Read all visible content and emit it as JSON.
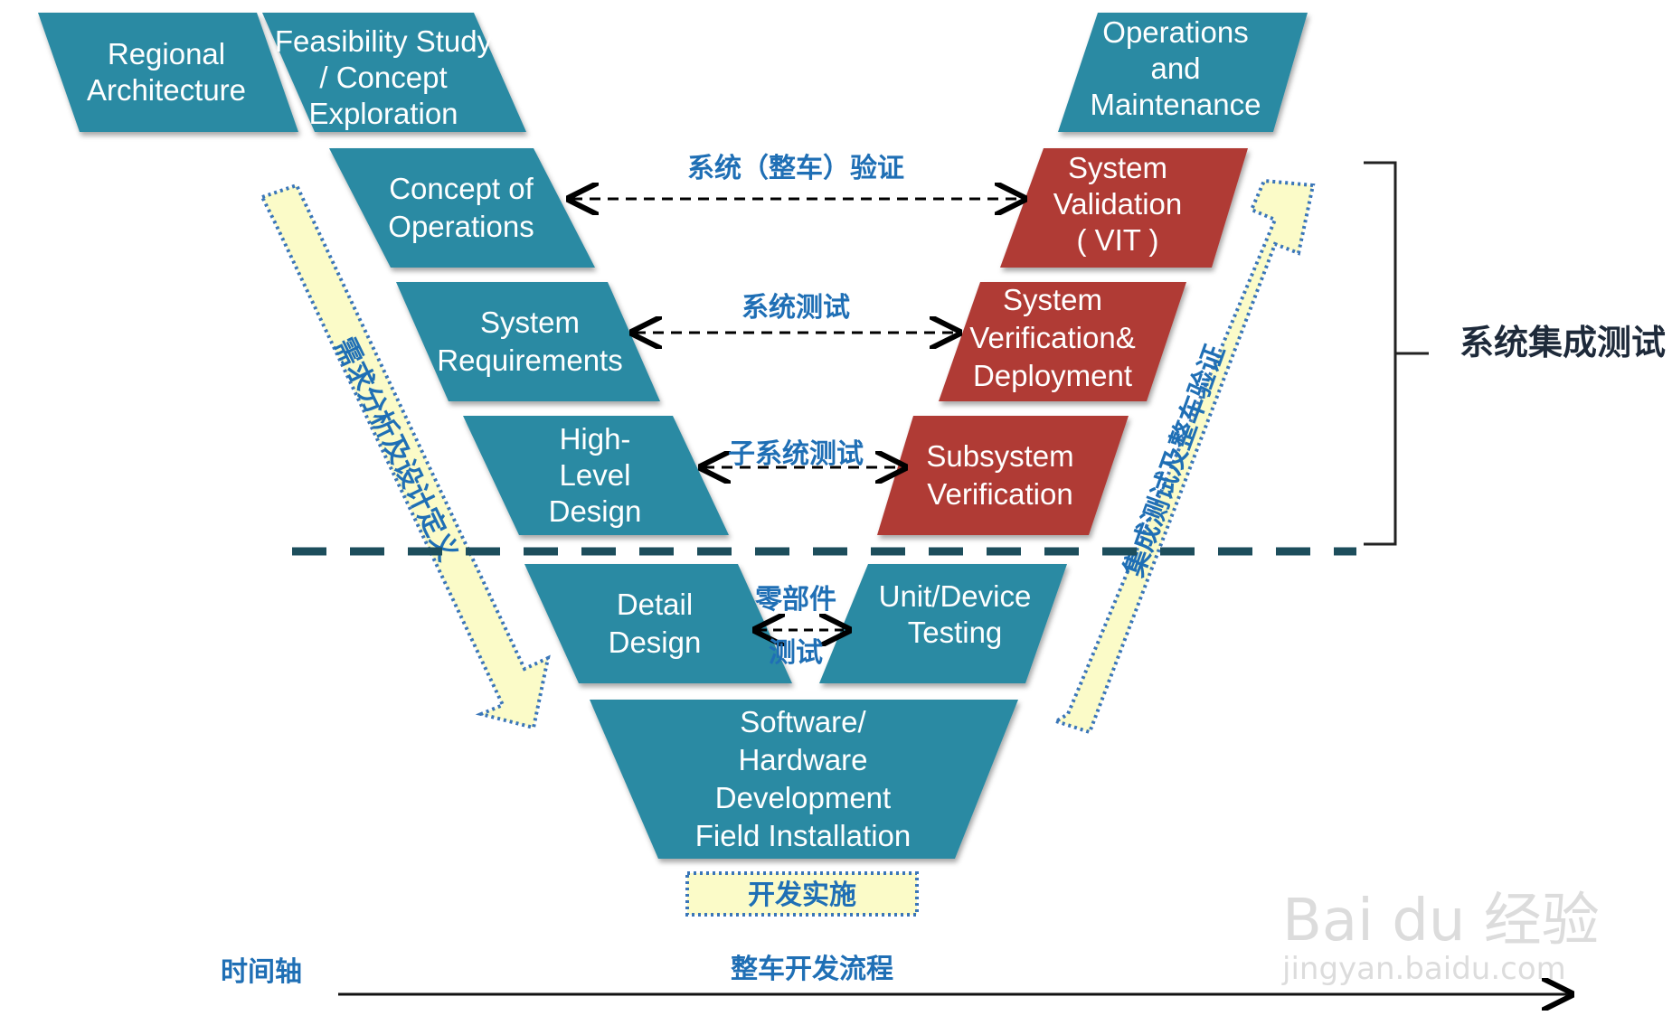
{
  "colors": {
    "teal": "#2b8aa3",
    "red": "#b03a36",
    "arrow_fill": "#fbfbc8",
    "arrow_dots": "#3a76b8",
    "cn_text": "#1f6fb5",
    "dashed_line": "#1d4e5c"
  },
  "left_blocks": [
    {
      "id": "regional-architecture",
      "lines": [
        "Regional",
        "Architecture"
      ]
    },
    {
      "id": "feasibility-study",
      "lines": [
        "Feasibility Study",
        "/ Concept",
        "Exploration"
      ]
    },
    {
      "id": "concept-of-operations",
      "lines": [
        "Concept of",
        "Operations"
      ]
    },
    {
      "id": "system-requirements",
      "lines": [
        "System",
        "Requirements"
      ]
    },
    {
      "id": "high-level-design",
      "lines": [
        "High-",
        "Level",
        "Design"
      ]
    },
    {
      "id": "detail-design",
      "lines": [
        "Detail",
        "Design"
      ]
    }
  ],
  "bottom_block": {
    "id": "software-hardware",
    "lines": [
      "Software/",
      "Hardware",
      "Development",
      "Field Installation"
    ]
  },
  "right_blocks": [
    {
      "id": "operations-maintenance",
      "lines": [
        "Operations",
        "and",
        "Maintenance"
      ]
    },
    {
      "id": "system-validation",
      "lines": [
        "System",
        "Validation",
        "( VIT )"
      ]
    },
    {
      "id": "system-verification",
      "lines": [
        "System",
        "Verification&",
        "Deployment"
      ]
    },
    {
      "id": "subsystem-verification",
      "lines": [
        "Subsystem",
        "Verification"
      ]
    },
    {
      "id": "unit-device-testing",
      "lines": [
        "Unit/Device",
        "Testing"
      ]
    }
  ],
  "links": [
    {
      "id": "vehicle-validation",
      "label": "系统（整车）验证"
    },
    {
      "id": "system-test",
      "label": "系统测试"
    },
    {
      "id": "subsystem-test",
      "label": "子系统测试"
    },
    {
      "id": "component-test",
      "label_lines": [
        "零部件",
        "测试"
      ]
    }
  ],
  "side_arrows": {
    "left": "需求分析及设计定义",
    "right": "集成测试及整车验证"
  },
  "bracket_label": "系统集成测试",
  "implementation_label": "开发实施",
  "timeline": {
    "axis_label": "时间轴",
    "process_label": "整车开发流程"
  },
  "watermark": {
    "brand": "Bai du 经验",
    "url": "jingyan.baidu.com"
  }
}
